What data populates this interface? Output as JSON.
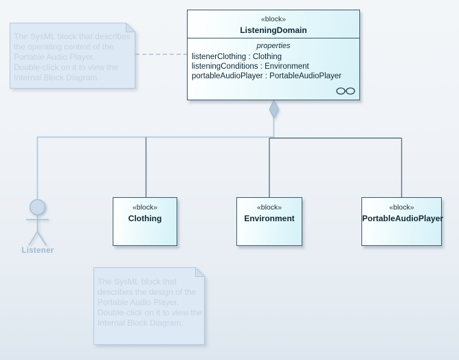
{
  "blocks": {
    "listening_domain": {
      "stereotype": "«block»",
      "name": "ListeningDomain",
      "compartment_label": "properties",
      "properties": [
        "listenerClothing : Clothing",
        "listeningConditions : Environment",
        "portableAudioPlayer : PortableAudioPlayer"
      ]
    },
    "children": [
      {
        "stereotype": "«block»",
        "name": "Clothing"
      },
      {
        "stereotype": "«block»",
        "name": "Environment"
      },
      {
        "stereotype": "«block»",
        "name": "PortableAudioPlayer"
      }
    ]
  },
  "actor": {
    "label": "Listener"
  },
  "notes": {
    "context_note": {
      "lines": [
        "The SysML block that describes",
        "the operating context of the",
        "Portable Audio Player.",
        "Double-click on it to view the",
        "Internal Block Diagram."
      ]
    },
    "design_note": {
      "lines": [
        "The SysML block that",
        "describes the design of the",
        "Portable Audio Player.",
        "Double-click on it to view the",
        "Internal Block Diagram."
      ]
    }
  },
  "icons": {
    "composite_indicator": "linked-circles"
  },
  "colors": {
    "block_border": "#3a586b",
    "block_fill_start": "#fdffff",
    "block_fill_end": "#d5f1f8",
    "connector_dark": "#5c7287",
    "connector_light": "#b7cde1",
    "diamond_fill": "#b3c9dd",
    "note_fill": "#dde9f4",
    "note_border": "#b6cade",
    "note_text": "#c5d4e4",
    "actor_color": "#a9c1d6",
    "actor_label_color": "#9db7ce"
  }
}
